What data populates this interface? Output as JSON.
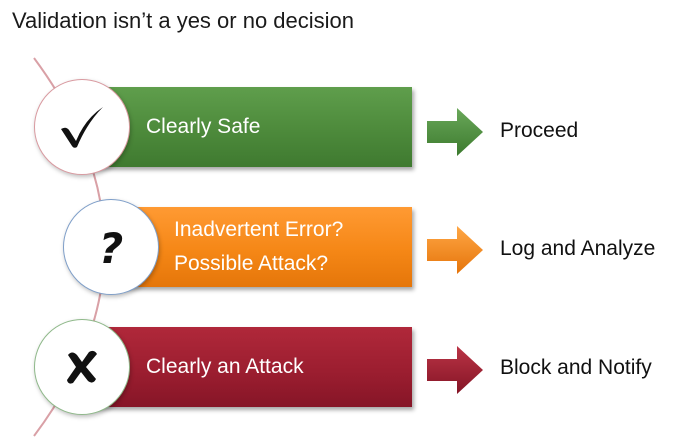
{
  "title": "Validation isn’t a yes or no decision",
  "rows": [
    {
      "level": "safe",
      "icon": "check-icon",
      "lines": [
        "Clearly Safe"
      ],
      "outcome": "Proceed",
      "band_color": "#4d8a3b",
      "arrow_color": "#4f8f3e"
    },
    {
      "level": "uncertain",
      "icon": "question-icon",
      "lines": [
        "Inadvertent Error?",
        "Possible Attack?"
      ],
      "outcome": "Log and Analyze",
      "band_color": "#f58716",
      "arrow_color": "#f0871a"
    },
    {
      "level": "attack",
      "icon": "x-mark-icon",
      "lines": [
        "Clearly an Attack"
      ],
      "outcome": "Block and Notify",
      "band_color": "#9c1e30",
      "arrow_color": "#9e2233"
    }
  ],
  "curve_color": "#d9a0a6"
}
